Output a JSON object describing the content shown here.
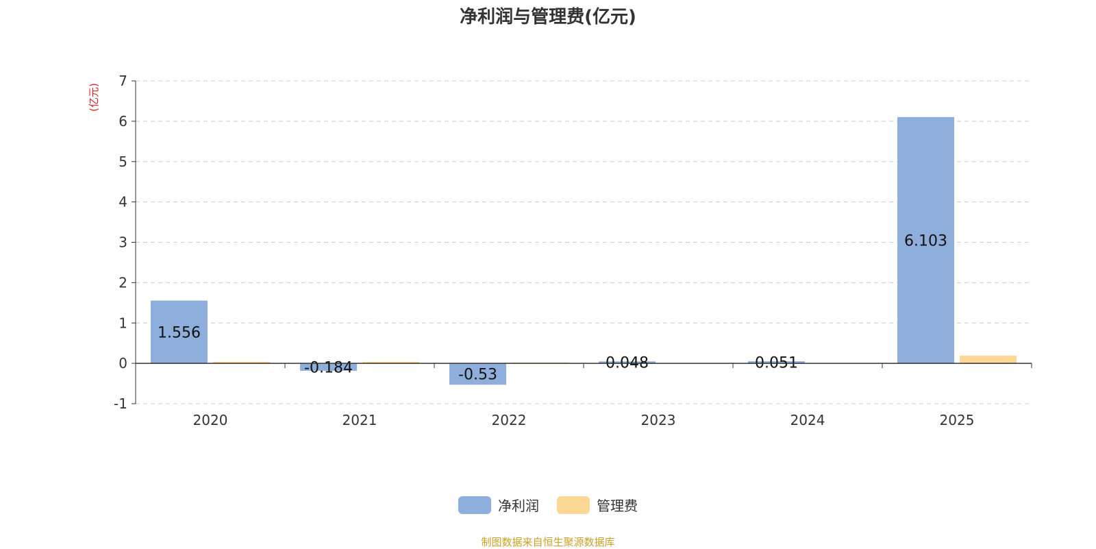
{
  "chart_data": {
    "type": "bar",
    "title": "净利润与管理费(亿元)",
    "ylabel": "(亿元)",
    "xlabel": "",
    "categories": [
      "2020",
      "2021",
      "2022",
      "2023",
      "2024",
      "2025"
    ],
    "ylim": [
      -1,
      7
    ],
    "yticks": [
      -1,
      0,
      1,
      2,
      3,
      4,
      5,
      6,
      7
    ],
    "grid": true,
    "legend_position": "bottom-center",
    "series": [
      {
        "name": "净利润",
        "color": "#8eaedb",
        "values": [
          1.556,
          -0.184,
          -0.53,
          0.048,
          0.051,
          6.103
        ],
        "labels": [
          "1.556",
          "-0.184",
          "-0.53",
          "0.048",
          "0.051",
          "6.103"
        ]
      },
      {
        "name": "管理费",
        "color": "#fdd796",
        "values": [
          0.04,
          0.04,
          0.02,
          0.01,
          0.01,
          0.19
        ]
      }
    ]
  },
  "footer": {
    "source": "制图数据来自恒生聚源数据库"
  }
}
